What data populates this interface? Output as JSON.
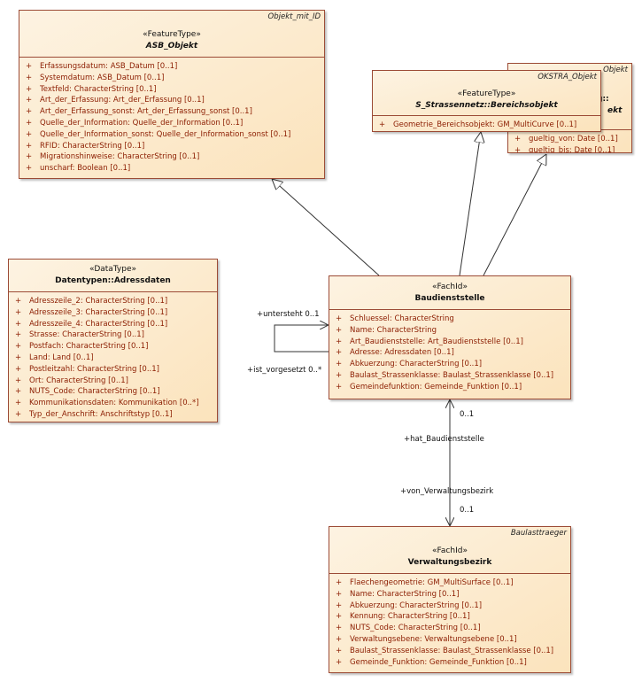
{
  "classes": {
    "asb_objekt": {
      "corner": "Objekt_mit_ID",
      "stereotype": "«FeatureType»",
      "name": "ASB_Objekt",
      "attributes": [
        "Erfassungsdatum: ASB_Datum [0..1]",
        "Systemdatum: ASB_Datum [0..1]",
        "Textfeld: CharacterString [0..1]",
        "Art_der_Erfassung: Art_der_Erfassung [0..1]",
        "Art_der_Erfassung_sonst: Art_der_Erfassung_sonst [0..1]",
        "Quelle_der_Information: Quelle_der_Information [0..1]",
        "Quelle_der_Information_sonst: Quelle_der_Information_sonst [0..1]",
        "RFID: CharacterString [0..1]",
        "Migrationshinweise: CharacterString [0..1]",
        "unscharf: Boolean [0..1]"
      ]
    },
    "okstra_objekt_back": {
      "corner": "Objekt",
      "partial_lines": [
        "g::",
        "ekt"
      ],
      "attributes": [
        "gueltig_von: Date [0..1]",
        "gueltig_bis: Date [0..1]"
      ]
    },
    "bereichsobjekt": {
      "corner": "OKSTRA_Objekt",
      "stereotype": "«FeatureType»",
      "name": "S_Strassennetz::Bereichsobjekt",
      "attributes": [
        "Geometrie_Bereichsobjekt: GM_MultiCurve [0..1]"
      ]
    },
    "adressdaten": {
      "stereotype": "«DataType»",
      "name": "Datentypen::Adressdaten",
      "attributes": [
        "Adresszeile_2: CharacterString [0..1]",
        "Adresszeile_3: CharacterString [0..1]",
        "Adresszeile_4: CharacterString [0..1]",
        "Strasse: CharacterString [0..1]",
        "Postfach: CharacterString [0..1]",
        "Land: Land [0..1]",
        "Postleitzahl: CharacterString [0..1]",
        "Ort: CharacterString [0..1]",
        "NUTS_Code: CharacterString [0..1]",
        "Kommunikationsdaten: Kommunikation [0..*]",
        "Typ_der_Anschrift: Anschriftstyp [0..1]"
      ]
    },
    "baudienststelle": {
      "stereotype": "«FachId»",
      "name": "Baudienststelle",
      "attributes": [
        "Schluessel: CharacterString",
        "Name: CharacterString",
        "Art_Baudienststelle: Art_Baudienststelle [0..1]",
        "Adresse: Adressdaten [0..1]",
        "Abkuerzung: CharacterString [0..1]",
        "Baulast_Strassenklasse: Baulast_Strassenklasse [0..1]",
        "Gemeindefunktion: Gemeinde_Funktion [0..1]"
      ]
    },
    "verwaltungsbezirk": {
      "corner": "Baulasttraeger",
      "stereotype": "«FachId»",
      "name": "Verwaltungsbezirk",
      "attributes": [
        "Flaechengeometrie: GM_MultiSurface [0..1]",
        "Name: CharacterString [0..1]",
        "Abkuerzung: CharacterString [0..1]",
        "Kennung: CharacterString [0..1]",
        "NUTS_Code: CharacterString [0..1]",
        "Verwaltungsebene: Verwaltungsebene [0..1]",
        "Baulast_Strassenklasse: Baulast_Strassenklasse [0..1]",
        "Gemeinde_Funktion: Gemeinde_Funktion [0..1]"
      ]
    }
  },
  "visibility_symbol": "+",
  "labels": {
    "untersteht": "+untersteht 0..1",
    "ist_vorgesetzt": "+ist_vorgesetzt 0..*",
    "mult_top": "0..1",
    "hat_baudienststelle": "+hat_Baudienststelle",
    "von_verwaltungsbezirk": "+von_Verwaltungsbezirk",
    "mult_bottom": "0..1"
  },
  "colors": {
    "border": "#9c4b36",
    "attribute_text": "#8b1c00",
    "fill": "#fbe3bc"
  }
}
